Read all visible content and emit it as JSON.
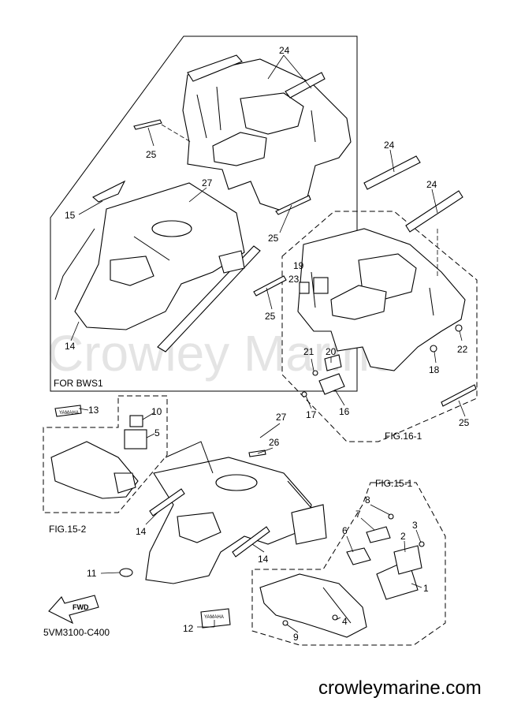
{
  "watermark": "Crowley Marine",
  "footer_url": "crowleymarine.com",
  "diagram_code": "5VM3100-C400",
  "fwd_arrow": "FWD",
  "fig_labels": {
    "bws1": "FOR BWS1",
    "fig16": "FIG.16-1",
    "fig152": "FIG.15-2",
    "fig151": "FIG.15-1"
  },
  "decal_text": {
    "yamaha_small": "YAMAHA",
    "yamaha_large": "YAMAHA"
  },
  "callouts": {
    "c24a": "24",
    "c25a": "25",
    "c27a": "27",
    "c15": "15",
    "c25b": "25",
    "c14a": "14",
    "c24b": "24",
    "c24c": "24",
    "c19": "19",
    "c23": "23",
    "c25c": "25",
    "c21": "21",
    "c20": "20",
    "c22": "22",
    "c18": "18",
    "c17": "17",
    "c16": "16",
    "c25d": "25",
    "c13": "13",
    "c10": "10",
    "c5": "5",
    "c27b": "27",
    "c26": "26",
    "c14b": "14",
    "c14c": "14",
    "c11": "11",
    "c8": "8",
    "c7": "7",
    "c3": "3",
    "c6": "6",
    "c2": "2",
    "c1": "1",
    "c9": "9",
    "c4": "4",
    "c12": "12"
  },
  "colors": {
    "line": "#000000",
    "watermark": "#e4e4e4",
    "background": "#ffffff"
  }
}
